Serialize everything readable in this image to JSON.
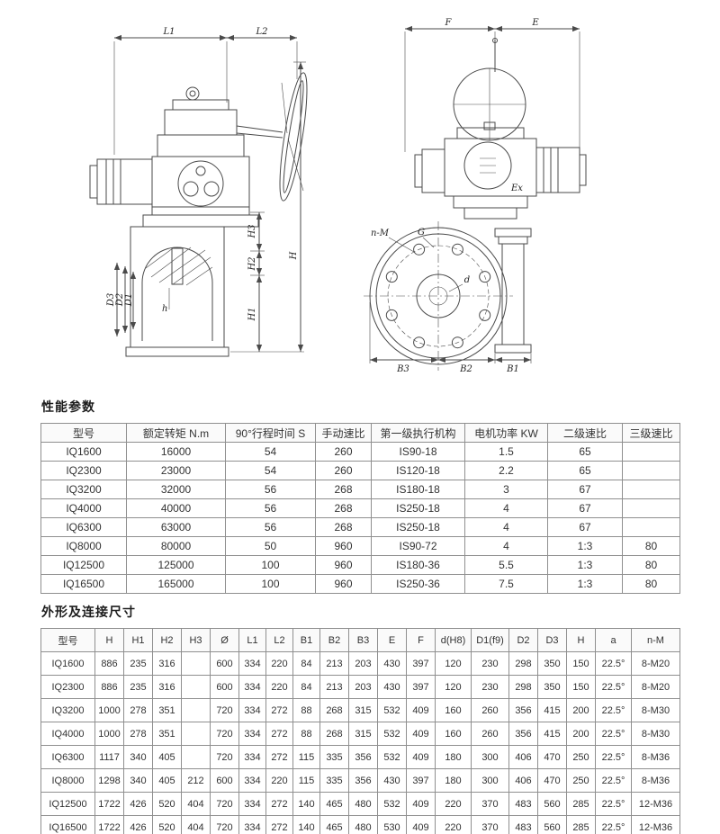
{
  "drawings": {
    "left": {
      "dim_l1": "L1",
      "dim_l2": "L2",
      "dim_h": "H",
      "dim_h1": "H1",
      "dim_h2": "H2",
      "dim_h3": "H3",
      "dim_d1": "D1",
      "dim_d2": "D2",
      "dim_d3": "D3",
      "dim_stem_h": "h"
    },
    "right": {
      "dim_f": "F",
      "dim_e": "E",
      "label_nm": "n-M",
      "label_g": "G",
      "label_d": "d",
      "dim_b1": "B1",
      "dim_b2": "B2",
      "dim_b3": "B3",
      "motor_marking": "Ex"
    }
  },
  "perf": {
    "title": "性能参数",
    "table": {
      "headers": [
        "型号",
        "额定转矩 N.m",
        "90°行程时间 S",
        "手动速比",
        "第一级执行机构",
        "电机功率 KW",
        "二级速比",
        "三级速比"
      ],
      "rows": [
        [
          "IQ1600",
          "16000",
          "54",
          "260",
          "IS90-18",
          "1.5",
          "65",
          ""
        ],
        [
          "IQ2300",
          "23000",
          "54",
          "260",
          "IS120-18",
          "2.2",
          "65",
          ""
        ],
        [
          "IQ3200",
          "32000",
          "56",
          "268",
          "IS180-18",
          "3",
          "67",
          ""
        ],
        [
          "IQ4000",
          "40000",
          "56",
          "268",
          "IS250-18",
          "4",
          "67",
          ""
        ],
        [
          "IQ6300",
          "63000",
          "56",
          "268",
          "IS250-18",
          "4",
          "67",
          ""
        ],
        [
          "IQ8000",
          "80000",
          "50",
          "960",
          "IS90-72",
          "4",
          "1:3",
          "80"
        ],
        [
          "IQ12500",
          "125000",
          "100",
          "960",
          "IS180-36",
          "5.5",
          "1:3",
          "80"
        ],
        [
          "IQ16500",
          "165000",
          "100",
          "960",
          "IS250-36",
          "7.5",
          "1:3",
          "80"
        ]
      ]
    }
  },
  "dims": {
    "title": "外形及连接尺寸",
    "table": {
      "headers": [
        "型号",
        "H",
        "H1",
        "H2",
        "H3",
        "Ø",
        "L1",
        "L2",
        "B1",
        "B2",
        "B3",
        "E",
        "F",
        "d(H8)",
        "D1(f9)",
        "D2",
        "D3",
        "H",
        "a",
        "n-M"
      ],
      "rows": [
        [
          "IQ1600",
          "886",
          "235",
          "316",
          "",
          "600",
          "334",
          "220",
          "84",
          "213",
          "203",
          "430",
          "397",
          "120",
          "230",
          "298",
          "350",
          "150",
          "22.5°",
          "8-M20"
        ],
        [
          "IQ2300",
          "886",
          "235",
          "316",
          "",
          "600",
          "334",
          "220",
          "84",
          "213",
          "203",
          "430",
          "397",
          "120",
          "230",
          "298",
          "350",
          "150",
          "22.5°",
          "8-M20"
        ],
        [
          "IQ3200",
          "1000",
          "278",
          "351",
          "",
          "720",
          "334",
          "272",
          "88",
          "268",
          "315",
          "532",
          "409",
          "160",
          "260",
          "356",
          "415",
          "200",
          "22.5°",
          "8-M30"
        ],
        [
          "IQ4000",
          "1000",
          "278",
          "351",
          "",
          "720",
          "334",
          "272",
          "88",
          "268",
          "315",
          "532",
          "409",
          "160",
          "260",
          "356",
          "415",
          "200",
          "22.5°",
          "8-M30"
        ],
        [
          "IQ6300",
          "1117",
          "340",
          "405",
          "",
          "720",
          "334",
          "272",
          "115",
          "335",
          "356",
          "532",
          "409",
          "180",
          "300",
          "406",
          "470",
          "250",
          "22.5°",
          "8-M36"
        ],
        [
          "IQ8000",
          "1298",
          "340",
          "405",
          "212",
          "600",
          "334",
          "220",
          "115",
          "335",
          "356",
          "430",
          "397",
          "180",
          "300",
          "406",
          "470",
          "250",
          "22.5°",
          "8-M36"
        ],
        [
          "IQ12500",
          "1722",
          "426",
          "520",
          "404",
          "720",
          "334",
          "272",
          "140",
          "465",
          "480",
          "532",
          "409",
          "220",
          "370",
          "483",
          "560",
          "285",
          "22.5°",
          "12-M36"
        ],
        [
          "IQ16500",
          "1722",
          "426",
          "520",
          "404",
          "720",
          "334",
          "272",
          "140",
          "465",
          "480",
          "530",
          "409",
          "220",
          "370",
          "483",
          "560",
          "285",
          "22.5°",
          "12-M36"
        ]
      ]
    }
  }
}
